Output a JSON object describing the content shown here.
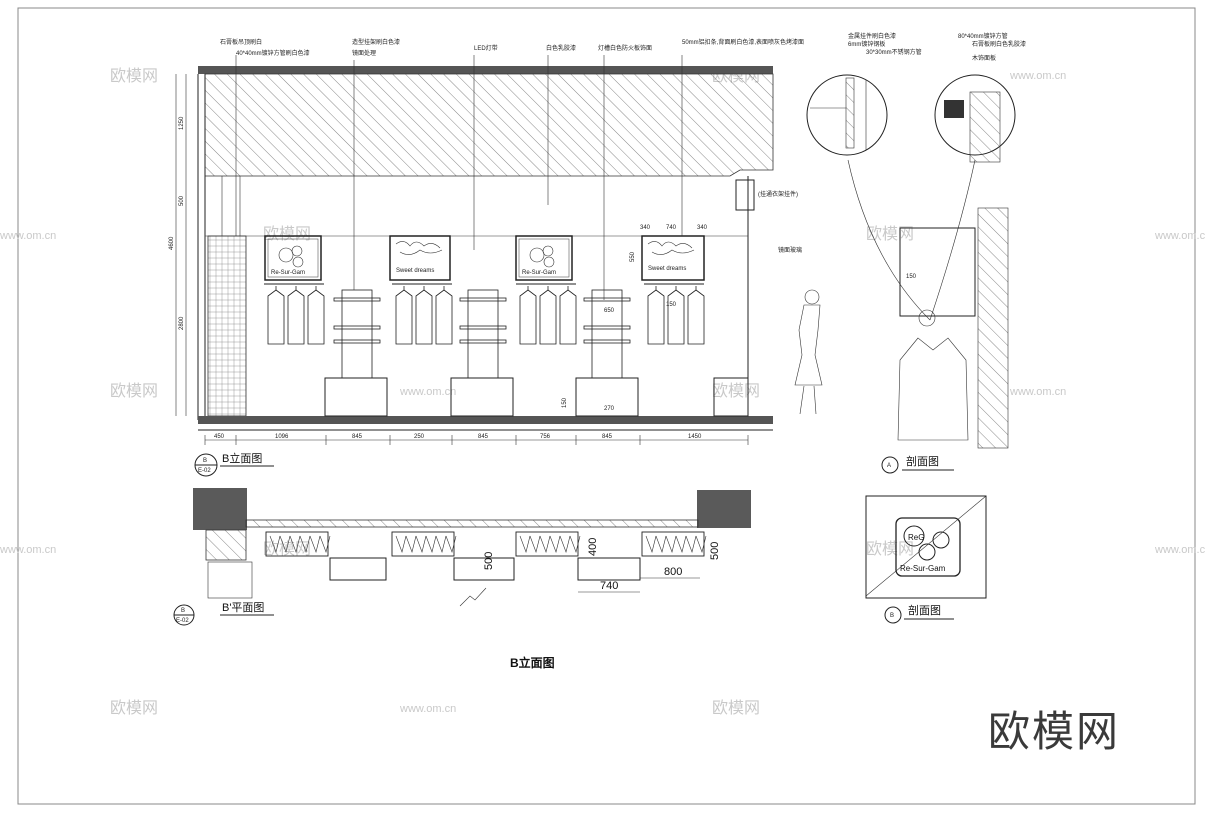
{
  "drawing": {
    "main_title": "B立面图",
    "elevation_label": "B立面图",
    "plan_label": "B'平面图",
    "section_label_1": "剖面图",
    "section_label_2": "剖面图",
    "elevation_callout": {
      "top": "B",
      "bottom": "E-02"
    },
    "plan_callout": {
      "top": "B",
      "bottom": "E-02"
    },
    "section_callout_1": {
      "top": "A"
    },
    "section_callout_2": {
      "top": "B"
    }
  },
  "dimensions": {
    "elevation_bottom": [
      "450",
      "1096",
      "845",
      "250",
      "845",
      "756",
      "845",
      "1450"
    ],
    "elevation_left": [
      "1250",
      "500",
      "4600",
      "2800"
    ],
    "elevation_inner": [
      "340",
      "740",
      "340",
      "550",
      "650",
      "150",
      "270",
      "150"
    ],
    "plan": [
      "500",
      "400",
      "500",
      "740",
      "800"
    ],
    "section_a": [
      "150"
    ]
  },
  "top_annotations": [
    "石膏板吊顶刷白",
    "40*40mm镀锌方管刷白色漆",
    "造型挂架刷白色漆",
    "镜面处理",
    "白色乳胶漆",
    "灯槽白色防火板饰面",
    "LED灯带",
    "50mm铝扣条,背面刷白色漆,表面喷灰色烤漆面",
    "(挂通衣架挂件)",
    "镜面玻璃"
  ],
  "section_notes": [
    "金属挂件刷白色漆",
    "6mm镀锌钢板",
    "30*30mm不锈钢方管",
    "80*40mm镀锌方管",
    "石膏板刷白色乳胶漆",
    "木饰面板"
  ],
  "logo": {
    "mark": "ReG",
    "text": "Re-Sur-Gam"
  },
  "script_text": "Sweet dreams",
  "watermarks": {
    "name": "欧模网",
    "url": "www.om.cn"
  },
  "brand": "欧模网"
}
